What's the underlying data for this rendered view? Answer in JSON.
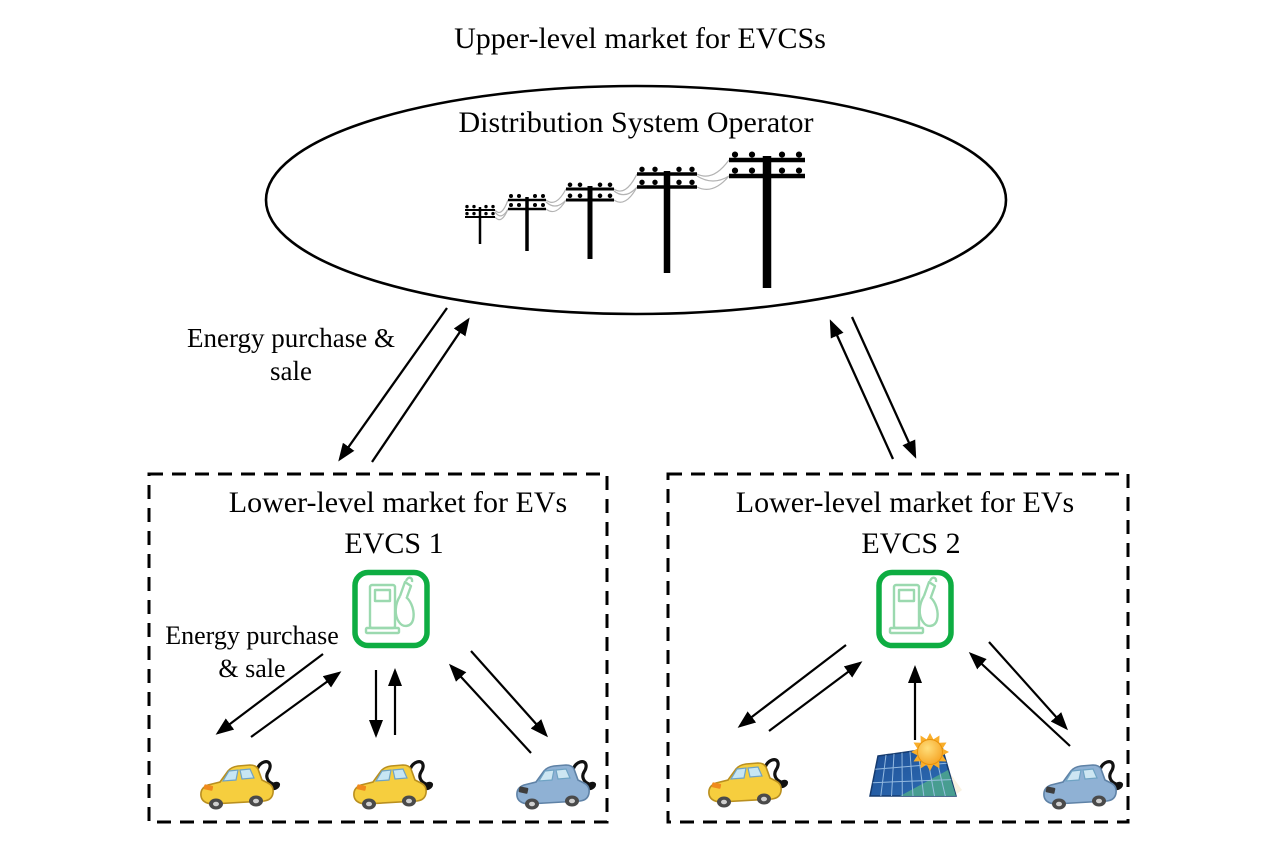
{
  "title": "Upper-level market for EVCSs",
  "upper_market": {
    "operator": "Distribution System Operator"
  },
  "links": {
    "dso_market": {
      "line1": "Energy purchase &",
      "line2": "sale"
    },
    "station_ev": {
      "line1": "Energy purchase",
      "line2": "& sale"
    }
  },
  "markets": {
    "left": {
      "heading": "Lower-level market for EVs",
      "station": "EVCS 1"
    },
    "right": {
      "heading": "Lower-level market for EVs",
      "station": "EVCS 2"
    }
  },
  "icons": {
    "operator": "power-transmission-lines-icon",
    "station": "ev-charging-station-icon",
    "ev_yellow": "yellow-ev-with-charging-cable-icon",
    "ev_blue": "blue-ev-with-charging-cable-icon",
    "pv": "solar-panel-with-sun-icon"
  },
  "colors": {
    "station_border": "#0EAD42",
    "station_pump": "#9BD9AF",
    "arrow": "#000000",
    "wire": "#B3B3B3",
    "ev_yellow": "#F6CE3E",
    "ev_blue": "#8FB1D4",
    "panel_blue": "#2B5EA7",
    "panel_teal": "#4BA38E",
    "sun": "#F6A42A"
  }
}
